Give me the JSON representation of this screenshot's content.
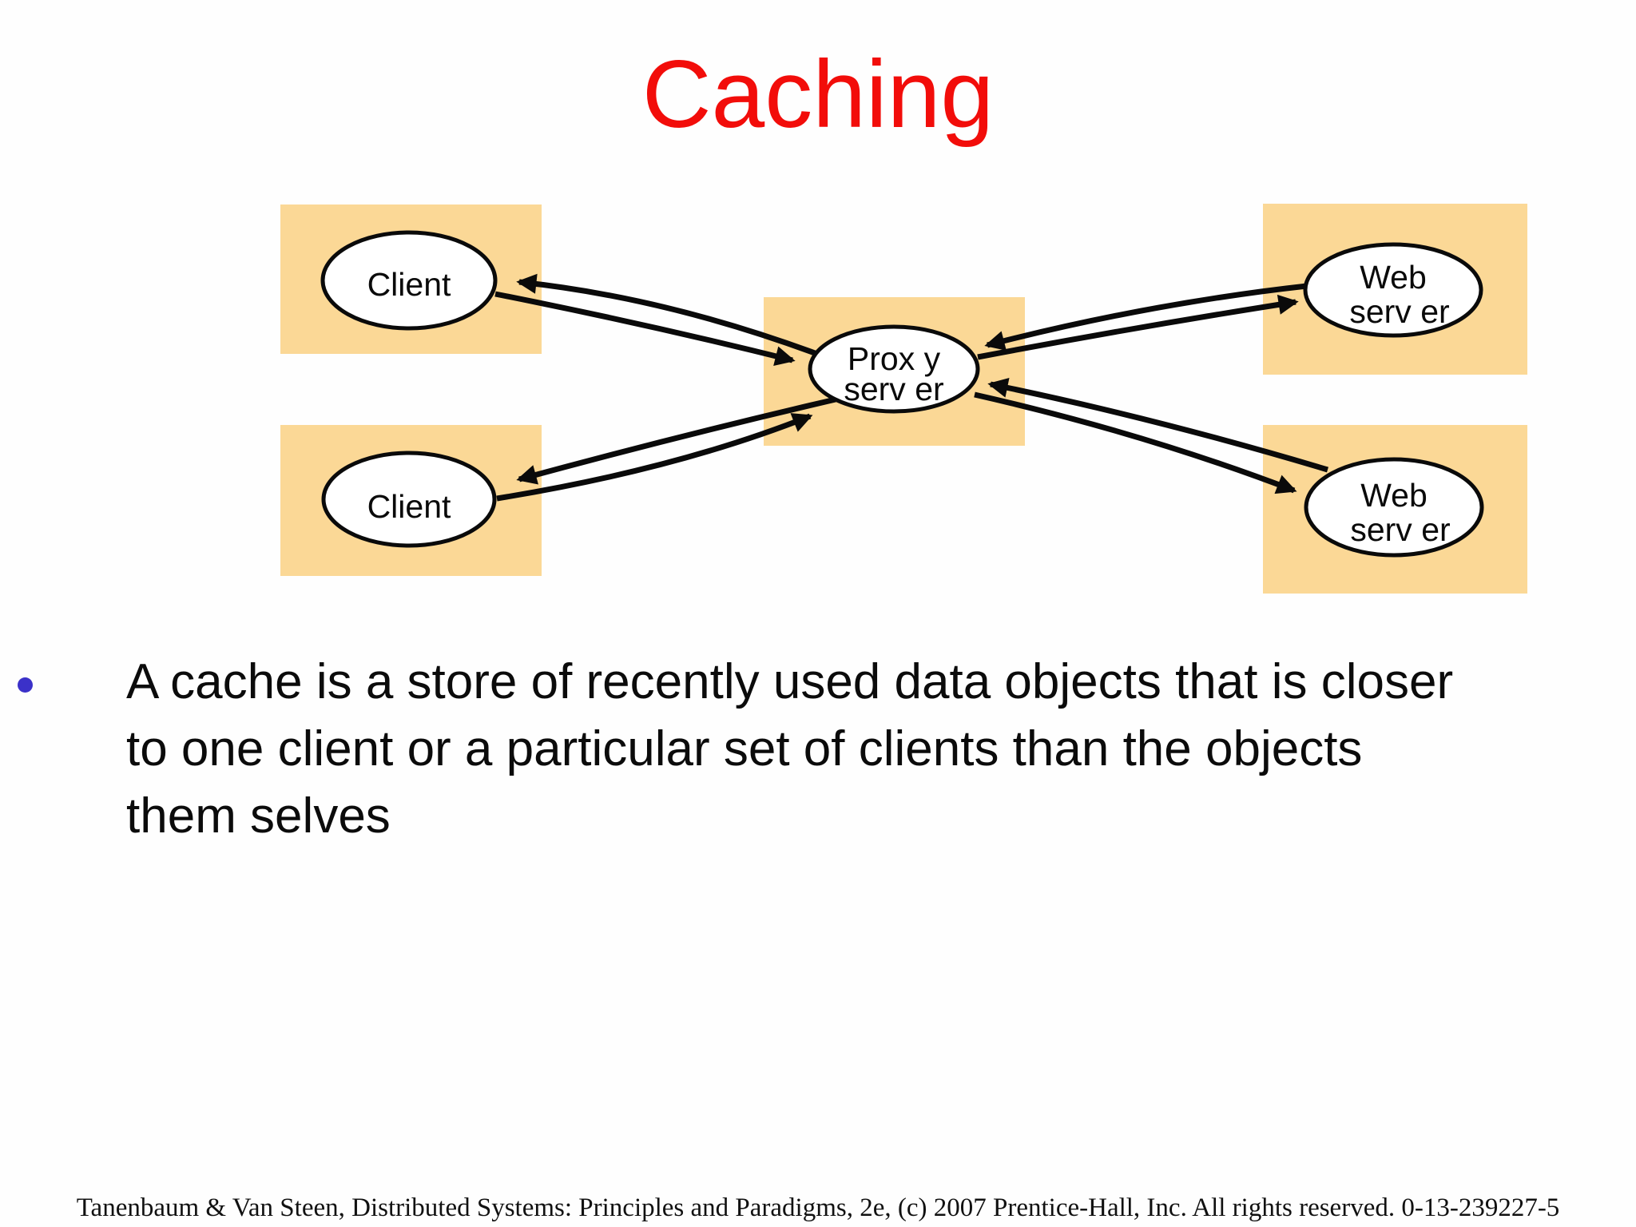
{
  "slide": {
    "title": "Caching",
    "title_color": "#f20d0a",
    "background_color": "#fefefe"
  },
  "diagram": {
    "box_color": "#fbd896",
    "node_fill": "#ffffff",
    "line_color": "#0a0a0a",
    "nodes": {
      "client_top": {
        "label": "Client"
      },
      "client_bottom": {
        "label": "Client"
      },
      "proxy": {
        "line1": "Prox y",
        "line2": "serv er"
      },
      "web_top": {
        "line1": "Web",
        "line2": "serv er"
      },
      "web_bottom": {
        "line1": "Web",
        "line2": "serv er"
      }
    },
    "edges": [
      {
        "from": "proxy",
        "to": "client_top"
      },
      {
        "from": "client_top",
        "to": "proxy"
      },
      {
        "from": "proxy",
        "to": "client_bottom"
      },
      {
        "from": "client_bottom",
        "to": "proxy"
      },
      {
        "from": "web_top",
        "to": "proxy"
      },
      {
        "from": "proxy",
        "to": "web_top"
      },
      {
        "from": "web_bottom",
        "to": "proxy"
      },
      {
        "from": "proxy",
        "to": "web_bottom"
      }
    ]
  },
  "body": {
    "bullet": {
      "marker_color": "#3b31c9",
      "lines": [
        "A cache is a store of recently used data objects that is closer",
        "to one client or a particular set of clients than the objects",
        "them selves"
      ]
    }
  },
  "footer": {
    "text": "Tanenbaum & Van Steen, Distributed Systems: Principles and Paradigms, 2e, (c) 2007 Prentice-Hall, Inc. All rights reserved. 0-13-239227-5"
  }
}
